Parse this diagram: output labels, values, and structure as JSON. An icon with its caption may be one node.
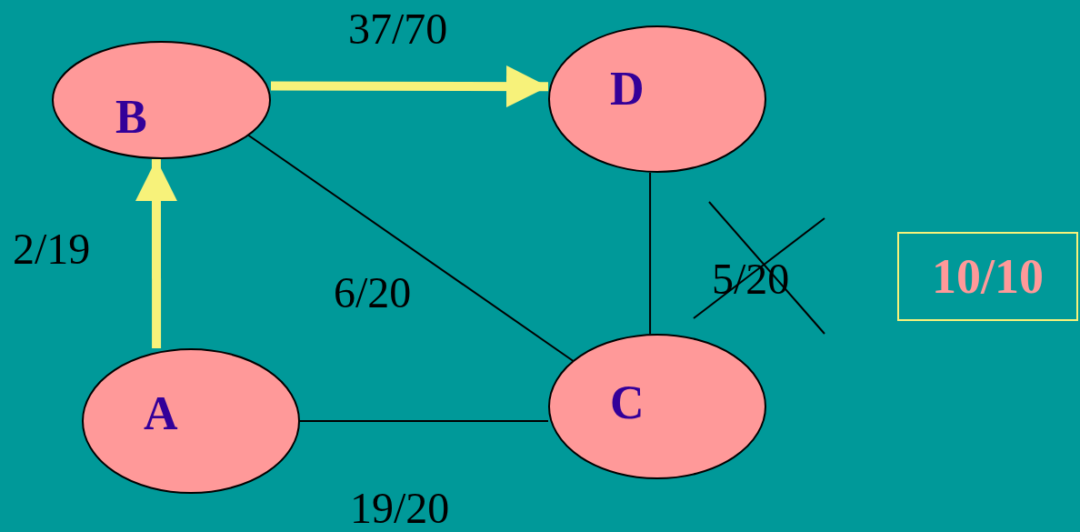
{
  "diagram": {
    "nodes": [
      {
        "text": [
          "B"
        ]
      },
      {
        "text": [
          "D"
        ]
      },
      {
        "text": [
          "A"
        ]
      },
      {
        "text": [
          "C"
        ]
      },
      {
        "text": [
          "10/10"
        ]
      }
    ],
    "edges": [
      {
        "from": 2,
        "to": 0,
        "arrow": "to",
        "label": "2/19",
        "style": "thick",
        "color": "#f7f27a"
      },
      {
        "from": 0,
        "to": 1,
        "arrow": "to",
        "label": "37/70",
        "style": "thick",
        "color": "#f7f27a"
      },
      {
        "from": 0,
        "to": 3,
        "arrow": "none",
        "label": "6/20"
      },
      {
        "from": 1,
        "to": 3,
        "arrow": "none",
        "label": "5/20"
      },
      {
        "from": 2,
        "to": 3,
        "arrow": "none",
        "label": "19/20"
      }
    ]
  }
}
